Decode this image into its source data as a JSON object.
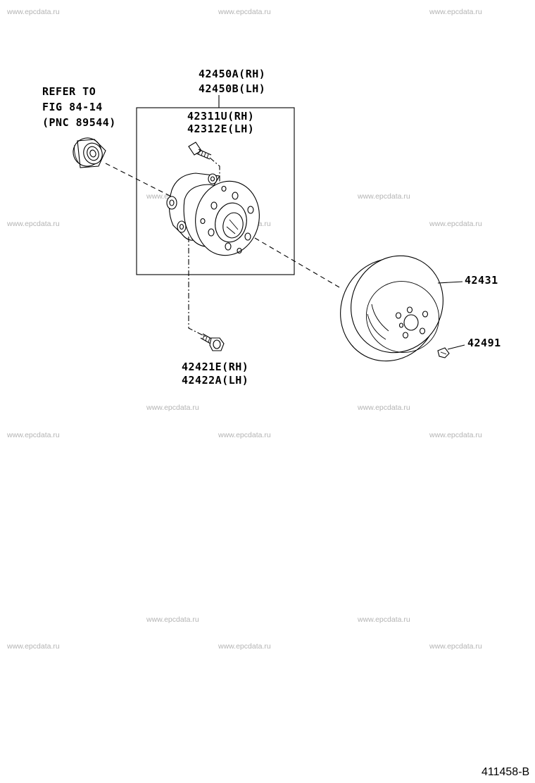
{
  "watermark": "www.epcdata.ru",
  "figure_code": "411458-B",
  "labels": {
    "refer_line1": "REFER TO",
    "refer_line2": "FIG  84-14",
    "refer_line3": "(PNC 89544)",
    "hub_rh": "42450A(RH)",
    "hub_lh": "42450B(LH)",
    "bolt_rh": "42311U(RH)",
    "bolt_lh": "42312E(LH)",
    "disc": "42431",
    "plug": "42491",
    "axle_bolt_rh": "42421E(RH)",
    "axle_bolt_lh": "42422A(LH)"
  }
}
